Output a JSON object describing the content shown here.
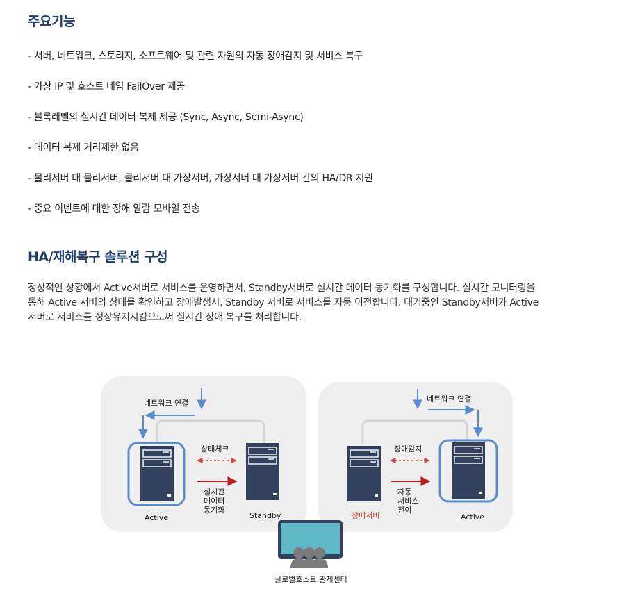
{
  "section1": {
    "title": "주요기능",
    "items": [
      "- 서버, 네트워크, 스토리지, 소프트웨어 및 관련 자원의 자동 장애감지 및 서비스 복구",
      "- 가상 IP 및 호스트 네임 FailOver 제공",
      "- 블록레벨의 실시간 데이터 복제 제공 (Sync, Async, Semi-Async)",
      "- 데이터 복제 거리제한 없음",
      "- 물리서버 대 물리서버, 물리서버 대 가상서버, 가상서버 대 가상서버 간의 HA/DR 지원",
      "- 중요 이벤트에 대한 장애 알람 모바일 전송"
    ]
  },
  "section2": {
    "title": "HA/재해복구 솔루션 구성",
    "paragraph_lines": [
      "정상적인 상황에서 Active서버로 서비스를 운영하면서, Standby서버로 실시간 데이터 동기화를 구성합니다. 실시간 모니터링을",
      "통해 Active 서버의 상태를 확인하고 장애발생시, Standby 서버로 서비스를 자동 이전합니다. 대기중인 Standby서버가 Active",
      "서버로 서비스를 정상유지시킴으로써 실시간 장애 복구를 처리합니다."
    ]
  },
  "diagram": {
    "left": {
      "network_label": "네트워크 연결",
      "health_label": "상태체크",
      "sync_label_lines": [
        "실시간",
        "데이터",
        "동기화"
      ],
      "active_label": "Active",
      "standby_label": "Standby"
    },
    "right": {
      "network_label": "네트워크 연결",
      "fault_label": "장애감지",
      "transfer_label_lines": [
        "자동",
        "서비스",
        "전이"
      ],
      "failed_label": "장애서버",
      "active_label": "Active"
    },
    "center_label": "글로벌호스트 관제센터",
    "colors": {
      "panel": "#efefef",
      "server": "#34415e",
      "highlight": "#5a8ccc",
      "arrow_blue": "#5a8ccc",
      "arrow_red": "#b81c1c",
      "monitor": "#60b7c8",
      "failed_text": "#c0392b"
    }
  }
}
